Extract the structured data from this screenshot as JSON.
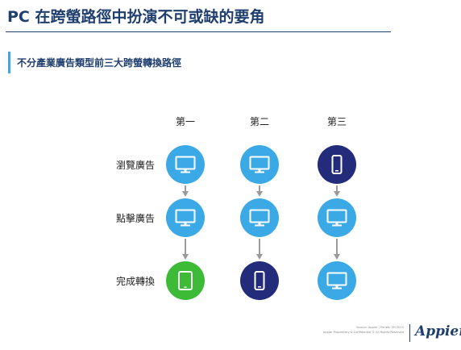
{
  "title": "PC 在跨螢路徑中扮演不可或缺的要角",
  "subtitle": "不分產業廣告類型前三大跨螢轉換路徑",
  "columns": [
    "第一",
    "第二",
    "第三"
  ],
  "rows": [
    "瀏覽廣告",
    "點擊廣告",
    "完成轉換"
  ],
  "grid": [
    [
      "desktop",
      "desktop",
      "mobile"
    ],
    [
      "desktop",
      "desktop",
      "desktop"
    ],
    [
      "tablet",
      "mobile",
      "desktop"
    ]
  ],
  "device_colors": {
    "desktop": "#3ba9e6",
    "mobile": "#232c7a",
    "tablet": "#3dbb36"
  },
  "device_icons": {
    "desktop": "monitor-icon",
    "mobile": "smartphone-icon",
    "tablet": "tablet-icon"
  },
  "footer": {
    "line1": "Source: Appier | Period: 2H 2015",
    "line2": "Appier Proprietary & Confidential © All Rights Reserved",
    "logo": "Appier"
  }
}
